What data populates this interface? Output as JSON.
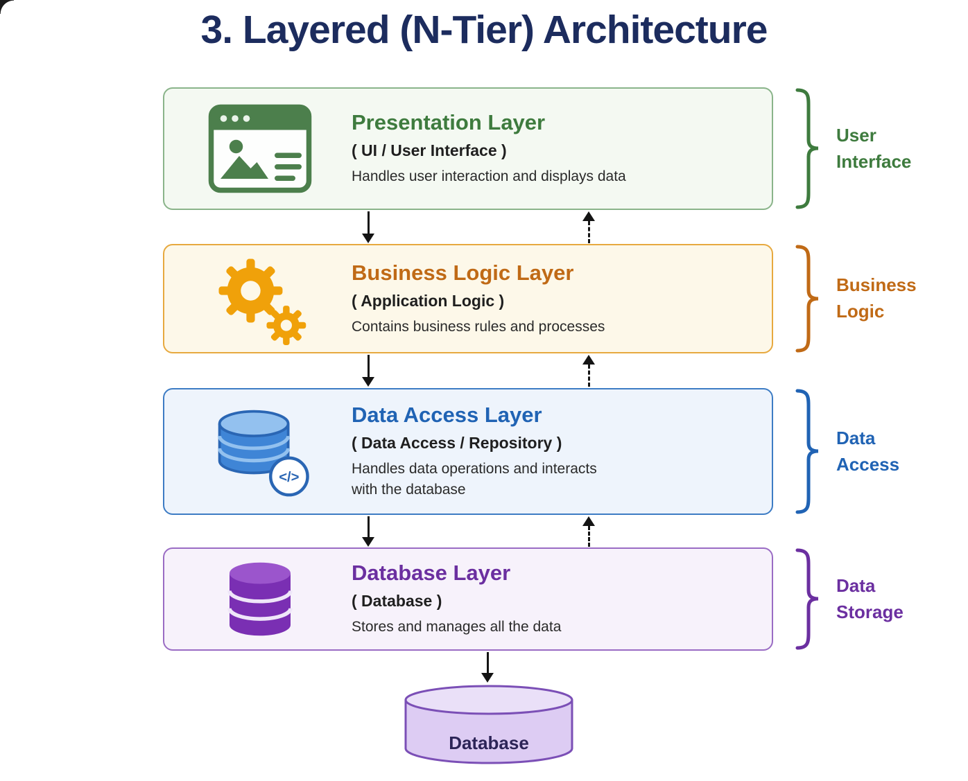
{
  "title": "3. Layered (N-Tier) Architecture",
  "title_color": "#1c2c5e",
  "arrow_color": "#141414",
  "layers": [
    {
      "name": "presentation",
      "title": "Presentation Layer",
      "subtitle": "( UI / User Interface )",
      "description": "Handles user interaction and displays data",
      "brace_label": "User\nInterface",
      "icon": "browser-window-icon",
      "accent": "#3e7b3e",
      "border": "#8ab48a",
      "background": "#f4f9f2"
    },
    {
      "name": "business-logic",
      "title": "Business Logic Layer",
      "subtitle": "( Application Logic )",
      "description": "Contains business rules and processes",
      "brace_label": "Business\nLogic",
      "icon": "gears-icon",
      "accent": "#c06a16",
      "border": "#e7a93f",
      "background": "#fdf8e9"
    },
    {
      "name": "data-access",
      "title": "Data Access Layer",
      "subtitle": "( Data Access / Repository )",
      "description": "Handles data operations and interacts\nwith the database",
      "brace_label": "Data\nAccess",
      "icon": "database-code-icon",
      "accent": "#2063b4",
      "border": "#3d7cc4",
      "background": "#eef4fc"
    },
    {
      "name": "database-layer",
      "title": "Database Layer",
      "subtitle": "( Database )",
      "description": "Stores and manages all the data",
      "brace_label": "Data\nStorage",
      "icon": "database-icon",
      "accent": "#6b2fa0",
      "border": "#9a6cc4",
      "background": "#f7f2fb"
    }
  ],
  "database_shape": {
    "label": "Database",
    "fill": "#ddccf3",
    "stroke": "#7b4fb6"
  }
}
